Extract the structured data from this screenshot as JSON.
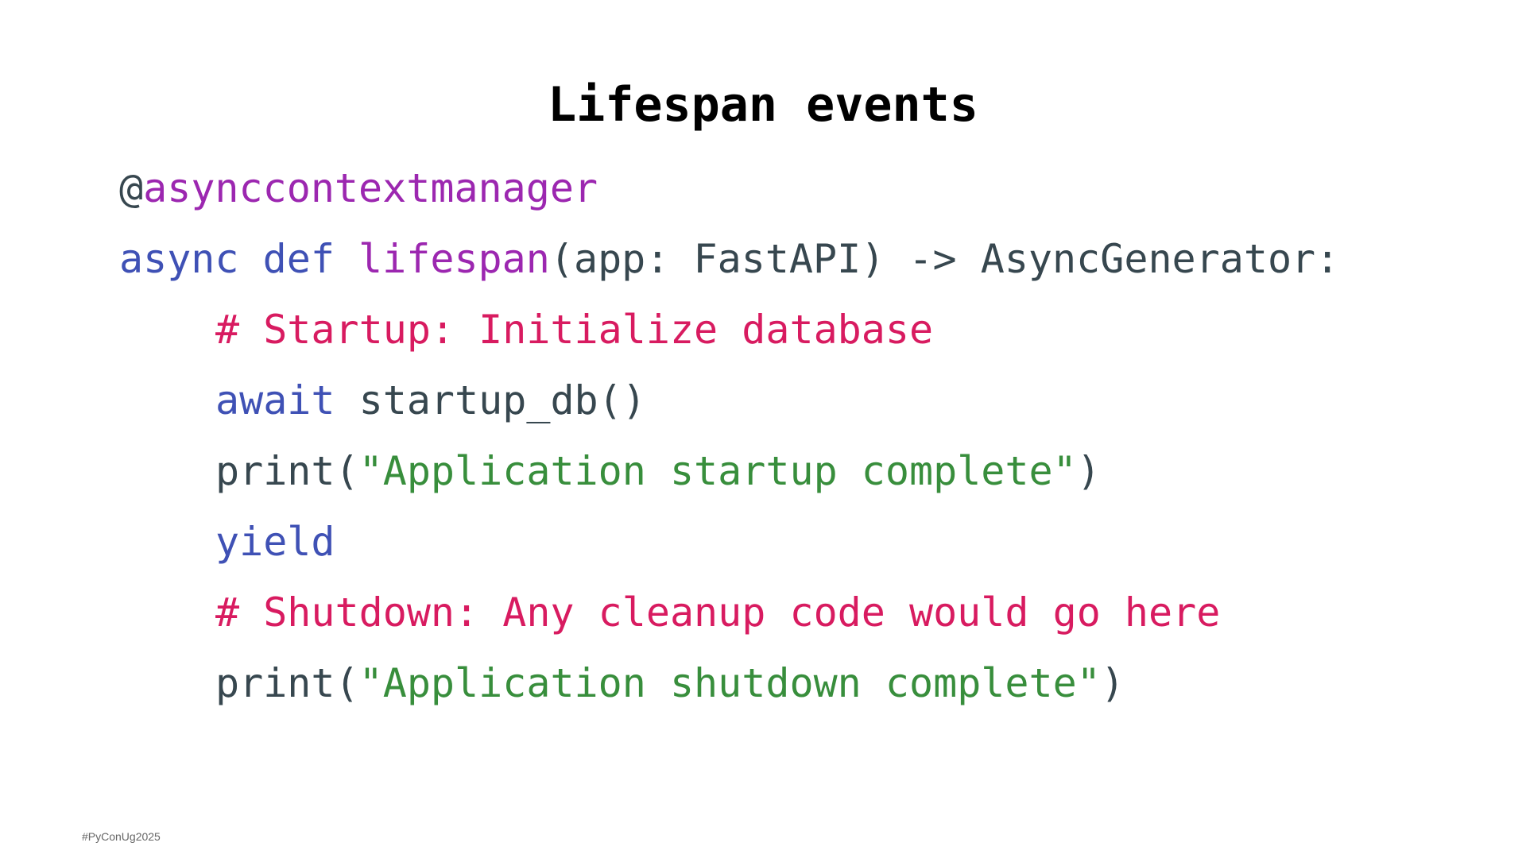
{
  "slide": {
    "title": "Lifespan events",
    "footer": "#PyConUg2025"
  },
  "colors": {
    "plain": "#37474f",
    "keyword": "#3f51b5",
    "function": "#9c27b0",
    "comment": "#d81b60",
    "string": "#388e3c"
  },
  "code": {
    "line1": {
      "at": "@",
      "decorator": "asynccontextmanager"
    },
    "line2": {
      "kw_async": "async",
      "sp1": " ",
      "kw_def": "def",
      "sp2": " ",
      "fn": "lifespan",
      "rest": "(app: FastAPI) -> AsyncGenerator:"
    },
    "line3": {
      "comment": "# Startup: Initialize database"
    },
    "line4": {
      "kw_await": "await",
      "rest": " startup_db()"
    },
    "line5": {
      "call": "print(",
      "str": "\"Application startup complete\"",
      "close": ")"
    },
    "line6": {
      "kw_yield": "yield"
    },
    "line7": {
      "comment": "# Shutdown: Any cleanup code would go here"
    },
    "line8": {
      "call": "print(",
      "str": "\"Application shutdown complete\"",
      "close": ")"
    }
  }
}
